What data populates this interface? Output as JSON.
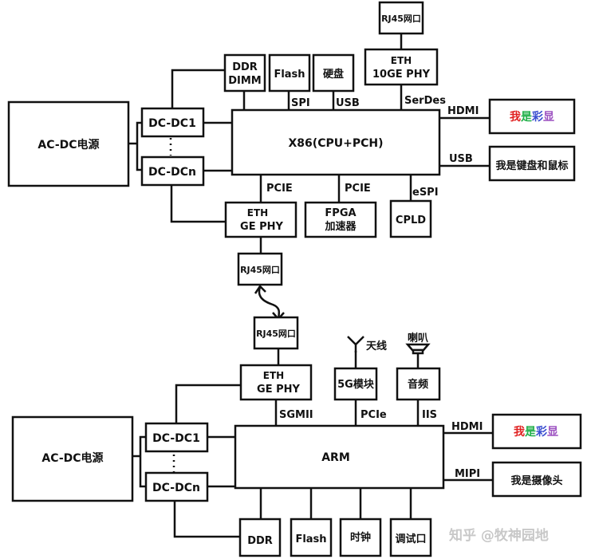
{
  "top_system": {
    "power": "AC-DC电源",
    "dcdc1": "DC-DC1",
    "dcdcn": "DC-DCn",
    "ddr": [
      "DDR",
      "DIMM"
    ],
    "flash": "Flash",
    "disk": "硬盘",
    "rj45_top": "RJ45网口",
    "eth10": [
      "ETH",
      "10GE PHY"
    ],
    "cpu": "X86(CPU+PCH)",
    "display": [
      "我",
      "是",
      "彩",
      "显"
    ],
    "keyboard": "我是键盘和鼠标",
    "ethge": [
      "ETH",
      "GE PHY"
    ],
    "fpga": [
      "FPGA",
      "加速器"
    ],
    "cpld": "CPLD",
    "rj45_bottom": "RJ45网口",
    "bus": {
      "spi": "SPI",
      "usb_disk": "USB",
      "serdes": "SerDes",
      "hdmi": "HDMI",
      "usb_kb": "USB",
      "pcie1": "PCIE",
      "pcie2": "PCIE",
      "espi": "eSPI"
    }
  },
  "bottom_system": {
    "rj45": "RJ45网口",
    "power": "AC-DC电源",
    "dcdc1": "DC-DC1",
    "dcdcn": "DC-DCn",
    "ethge": [
      "ETH",
      "GE PHY"
    ],
    "antenna": "天线",
    "speaker": "喇叭",
    "module5g": "5G模块",
    "audio": "音频",
    "arm": "ARM",
    "display": [
      "我",
      "是",
      "彩",
      "显"
    ],
    "camera": "我是摄像头",
    "ddr": "DDR",
    "flash": "Flash",
    "clock": "时钟",
    "debug": "调试口",
    "bus": {
      "sgmii": "SGMII",
      "pcie": "PCIe",
      "iis": "IIS",
      "hdmi": "HDMI",
      "mipi": "MIPI"
    }
  },
  "colors": {
    "display_chars": [
      "#e02020",
      "#22b04a",
      "#3a4fd0",
      "#9b4fc0"
    ]
  },
  "watermark": "知乎 @牧神园地"
}
